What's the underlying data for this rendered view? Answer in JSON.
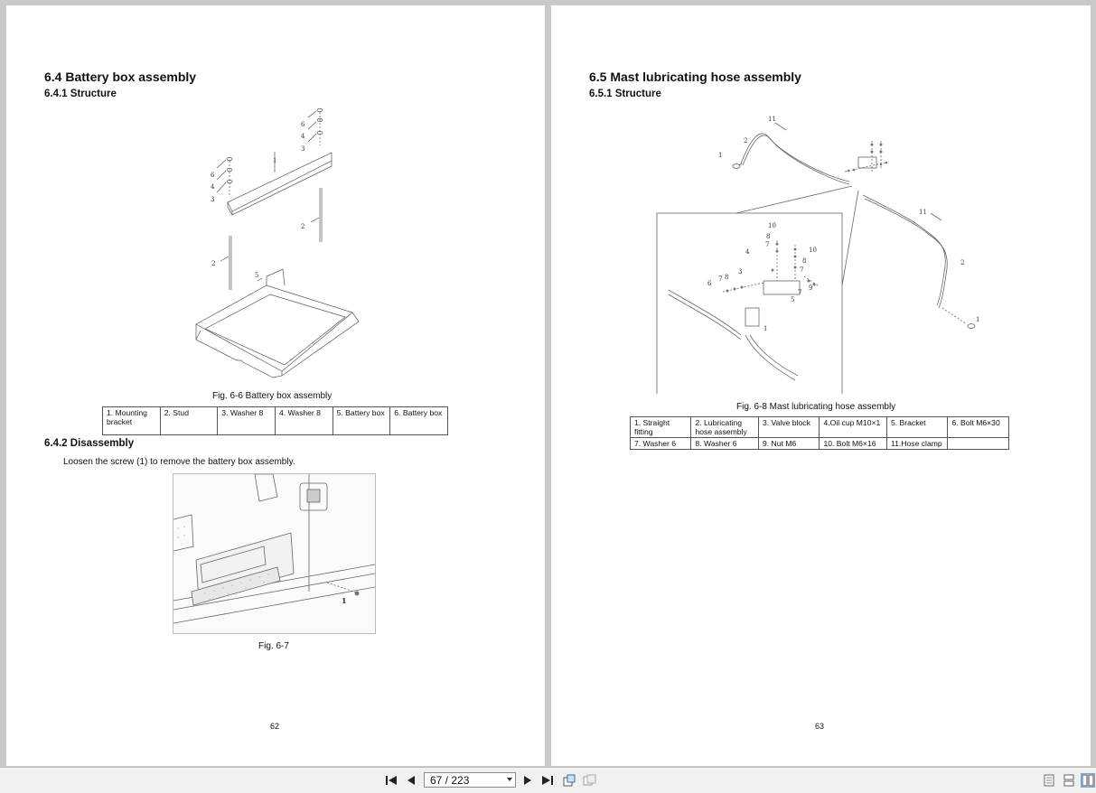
{
  "left_page": {
    "section_title": "6.4 Battery box assembly",
    "subsection_structure": "6.4.1 Structure",
    "fig_caption_1": "Fig. 6-6 Battery box assembly",
    "parts_table": [
      [
        "1. Mounting bracket",
        "2. Stud",
        "3. Washer 8",
        "4. Washer 8",
        "5. Battery box",
        "6. Battery box"
      ]
    ],
    "subsection_disassembly": "6.4.2 Disassembly",
    "disassembly_text": "Loosen the screw (1) to remove the battery box assembly.",
    "fig_caption_2": "Fig. 6-7",
    "page_number": "62",
    "figure_labels": [
      "6",
      "4",
      "3",
      "1",
      "6",
      "4",
      "3",
      "2",
      "2",
      "5"
    ],
    "photo_label": "1"
  },
  "right_page": {
    "section_title": "6.5 Mast lubricating hose assembly",
    "subsection_structure": "6.5.1 Structure",
    "fig_caption": "Fig. 6-8 Mast lubricating hose assembly",
    "parts_table": [
      [
        "1. Straight fitting",
        "2. Lubricating hose assembly",
        "3. Valve block",
        "4.Oil cup M10×1",
        "5. Bracket",
        "6. Bolt M6×30"
      ],
      [
        "7. Washer 6",
        "8. Washer 6",
        "9. Nut M6",
        "10. Bolt M6×16",
        "11.Hose clamp",
        ""
      ]
    ],
    "page_number": "63",
    "figure_labels_top": [
      "11",
      "2",
      "1",
      "11",
      "2",
      "1"
    ],
    "figure_labels_inset": [
      "10",
      "8",
      "7",
      "4",
      "3",
      "8",
      "7",
      "6",
      "1",
      "10",
      "8",
      "7",
      "9",
      "7",
      "5"
    ]
  },
  "toolbar": {
    "page_indicator": "67 / 223",
    "icons": [
      "first-page-icon",
      "prev-page-icon",
      "next-page-icon",
      "last-page-icon",
      "rotate-icon",
      "snapshot-icon",
      "single-page-icon",
      "continuous-icon",
      "two-page-icon"
    ]
  }
}
